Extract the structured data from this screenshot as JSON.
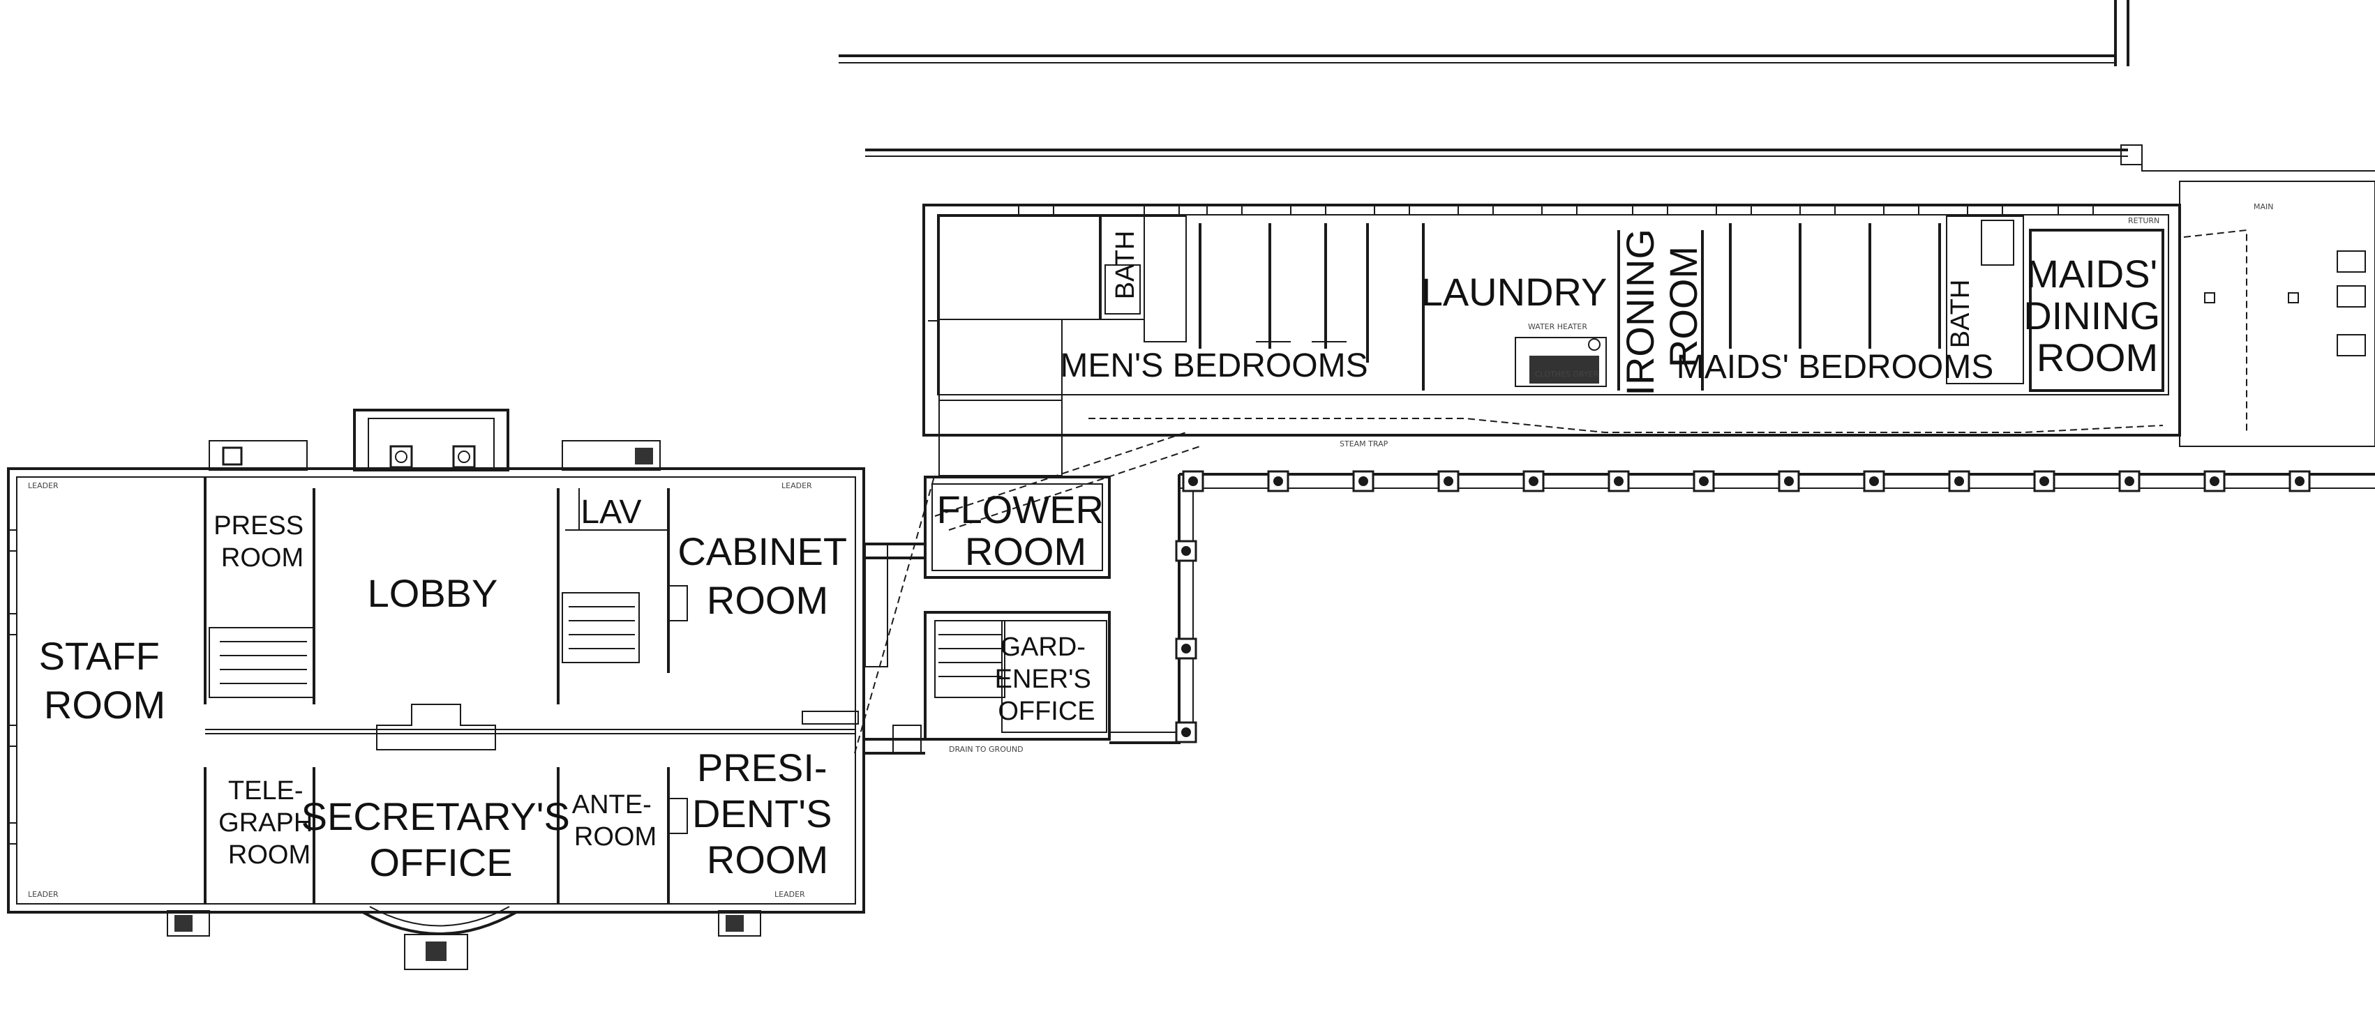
{
  "rooms": {
    "staff_room": [
      "STAFF",
      "ROOM"
    ],
    "press_room": [
      "PRESS",
      "ROOM"
    ],
    "lobby": [
      "LOBBY"
    ],
    "lav": [
      "LAV"
    ],
    "cabinet_room": [
      "CABINET",
      "ROOM"
    ],
    "telegraph_room": [
      "TELE-",
      "GRAPH",
      "ROOM"
    ],
    "secretarys_office": [
      "SECRETARY'S",
      "OFFICE"
    ],
    "ante_room": [
      "ANTE-",
      "ROOM"
    ],
    "presidents_room": [
      "PRESI-",
      "DENT'S",
      "ROOM"
    ],
    "flower_room": [
      "FLOWER",
      "ROOM"
    ],
    "gardeners_office": [
      "GARD-",
      "ENER'S",
      "OFFICE"
    ],
    "bath_left": "BATH",
    "mens_bedrooms": "MEN'S BEDROOMS",
    "laundry": "LAUNDRY",
    "ironing_room": [
      "IRONING",
      "ROOM"
    ],
    "maids_bedrooms": "MAIDS' BEDROOMS",
    "bath_right": "BATH",
    "maids_dining_room": [
      "MAIDS'",
      "DINING",
      "ROOM"
    ]
  },
  "notes": {
    "water_heater": "WATER HEATER",
    "clothes_dryer": "CLOTHES DRYER",
    "steam_trap": "STEAM TRAP",
    "leader": "LEADER",
    "drain_to_ground": "DRAIN TO GROUND",
    "return": "RETURN",
    "main": "MAIN"
  }
}
